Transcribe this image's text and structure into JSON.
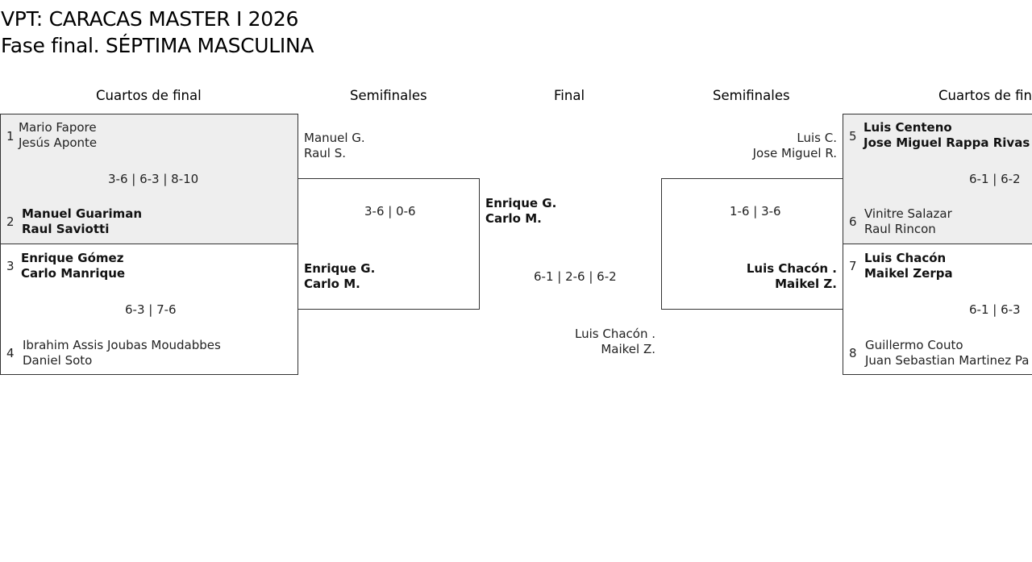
{
  "title": "VPT: CARACAS MASTER I 2026",
  "subtitle": "Fase final. SÉPTIMA MASCULINA",
  "headers": {
    "left_quarters": "Cuartos de final",
    "left_semis": "Semifinales",
    "final": "Final",
    "right_semis": "Semifinales",
    "right_quarters": "Cuartos de final"
  },
  "left_quarters": [
    {
      "top": {
        "seed": "1",
        "p1": "Mario Fapore",
        "p2": "Jesús Aponte"
      },
      "score": "3-6 | 6-3 | 8-10",
      "bottom": {
        "seed": "2",
        "p1": "Manuel Guariman",
        "p2": "Raul Saviotti"
      }
    },
    {
      "top": {
        "seed": "3",
        "p1": "Enrique Gómez",
        "p2": "Carlo Manrique"
      },
      "score": "6-3 | 7-6",
      "bottom": {
        "seed": "4",
        "p1": "Ibrahim Assis Joubas Moudabbes",
        "p2": "Daniel Soto"
      }
    }
  ],
  "left_semi": {
    "top": {
      "p1": "Manuel G.",
      "p2": "Raul S."
    },
    "score": "3-6 | 0-6",
    "bottom": {
      "p1": "Enrique G.",
      "p2": "Carlo M."
    }
  },
  "final": {
    "top": {
      "p1": "Enrique G.",
      "p2": "Carlo M."
    },
    "score": "6-1 | 2-6 | 6-2",
    "bottom": {
      "p1": "Luis Chacón .",
      "p2": "Maikel Z."
    }
  },
  "right_semi": {
    "top": {
      "p1": "Luis C.",
      "p2": "Jose Miguel R."
    },
    "score": "1-6 | 3-6",
    "bottom": {
      "p1": "Luis Chacón .",
      "p2": "Maikel Z."
    }
  },
  "right_quarters": [
    {
      "top": {
        "seed": "5",
        "p1": "Luis Centeno",
        "p2": "Jose Miguel Rappa Rivas"
      },
      "score": "6-1 | 6-2",
      "bottom": {
        "seed": "6",
        "p1": "Vinitre Salazar",
        "p2": "Raul Rincon"
      }
    },
    {
      "top": {
        "seed": "7",
        "p1": "Luis Chacón",
        "p2": "Maikel Zerpa"
      },
      "score": "6-1 | 6-3",
      "bottom": {
        "seed": "8",
        "p1": "Guillermo Couto",
        "p2": "Juan Sebastian Martinez Pa"
      }
    }
  ]
}
